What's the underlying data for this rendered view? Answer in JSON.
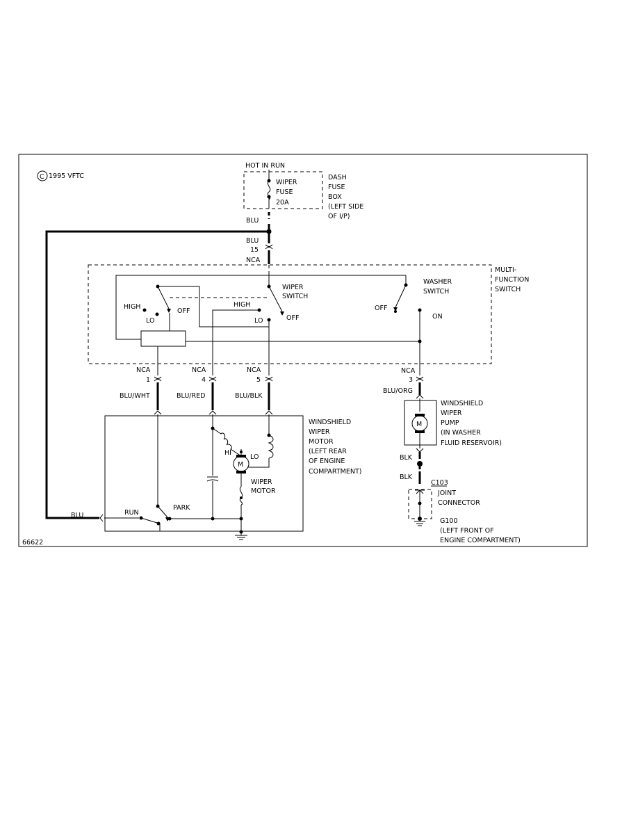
{
  "copyright": "1995 VFTC",
  "copyright_mark": "C",
  "figure_id": "66622",
  "power": {
    "label": "HOT IN RUN"
  },
  "fuse": {
    "line1": "WIPER",
    "line2": "FUSE",
    "line3": "20A"
  },
  "fuse_box": {
    "line1": "DASH",
    "line2": "FUSE",
    "line3": "BOX",
    "line4": "(LEFT SIDE",
    "line5": "OF I/P)"
  },
  "top_wire": {
    "color_above": "BLU",
    "color_below": "BLU",
    "pin": "15",
    "connector": "NCA"
  },
  "switch_box": {
    "line1": "MULTI-",
    "line2": "FUNCTION",
    "line3": "SWITCH"
  },
  "wiper_switch": {
    "line1": "WIPER",
    "line2": "SWITCH",
    "high_left": "HIGH",
    "lo_left": "LO",
    "off_left": "OFF",
    "high_mid": "HIGH",
    "lo_mid": "LO",
    "off_mid": "OFF"
  },
  "washer_switch": {
    "line1": "WASHER",
    "line2": "SWITCH",
    "off": "OFF",
    "on": "ON"
  },
  "connectors": [
    {
      "name": "NCA",
      "pin": "1",
      "wire": "BLU/WHT"
    },
    {
      "name": "NCA",
      "pin": "4",
      "wire": "BLU/RED"
    },
    {
      "name": "NCA",
      "pin": "5",
      "wire": "BLU/BLK"
    },
    {
      "name": "NCA",
      "pin": "3",
      "wire": "BLU/ORG"
    }
  ],
  "wiper_motor_box": {
    "line1": "WINDSHIELD",
    "line2": "WIPER",
    "line3": "MOTOR",
    "line4": "(LEFT REAR",
    "line5": "OF ENGINE",
    "line6": "COMPARTMENT)"
  },
  "motor": {
    "symbol": "M",
    "hi": "HI",
    "lo": "LO",
    "line1": "WIPER",
    "line2": "MOTOR",
    "run": "RUN",
    "park": "PARK",
    "left_wire": "BLU"
  },
  "pump": {
    "symbol": "M",
    "line1": "WINDSHIELD",
    "line2": "WIPER",
    "line3": "PUMP",
    "line4": "(IN WASHER",
    "line5": "FLUID RESERVOIR)"
  },
  "ground_side": {
    "wire1": "BLK",
    "wire2": "BLK",
    "splice": "C103",
    "joint1": "JOINT",
    "joint2": "CONNECTOR",
    "ground": "G100",
    "ground_loc1": "(LEFT FRONT OF",
    "ground_loc2": "ENGINE COMPARTMENT)"
  }
}
